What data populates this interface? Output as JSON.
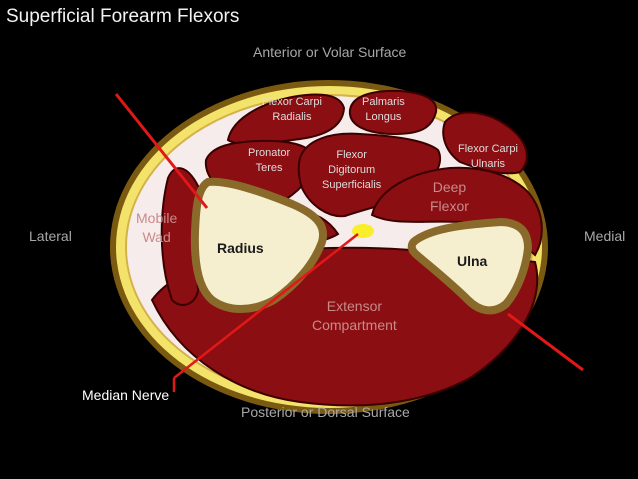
{
  "title": "Superficial Forearm Flexors",
  "orientation": {
    "anterior": "Anterior or Volar Surface",
    "posterior": "Posterior or Dorsal Surface",
    "lateral": "Lateral",
    "medial": "Medial"
  },
  "muscles": {
    "flexor_carpi_radialis": [
      "Flexor Carpi",
      "Radialis"
    ],
    "palmaris_longus": [
      "Palmaris",
      "Longus"
    ],
    "pronator_teres": [
      "Pronator",
      "Teres"
    ],
    "flexor_digitorum_superficialis": [
      "Flexor",
      "Digitorum",
      "Superficialis"
    ],
    "flexor_carpi_ulnaris": [
      "Flexor Carpi",
      "Ulnaris"
    ],
    "mobile_wad": [
      "Mobile",
      "Wad"
    ],
    "deep_flexor": [
      "Deep",
      "Flexor"
    ],
    "extensor_compartment": [
      "Extensor",
      "Compartment"
    ]
  },
  "bones": {
    "radius": "Radius",
    "ulna": "Ulna"
  },
  "nerve": {
    "label": "Median Nerve"
  },
  "colors": {
    "background": "#000000",
    "muscle": "#8a0e12",
    "muscle_border": "#3a0000",
    "fascia_ring": "#f3e36b",
    "skin": "#f7ecec",
    "bone_fill": "#f5efcf",
    "bone_outline": "#8a6a2a",
    "nerve": "#f8ee2a",
    "cut_line": "#e01818"
  }
}
